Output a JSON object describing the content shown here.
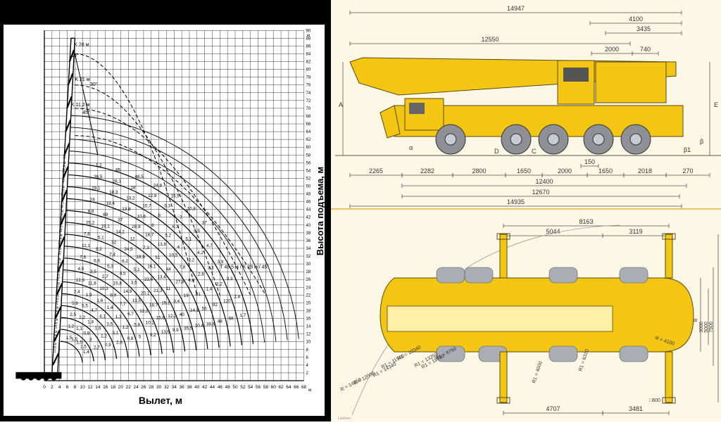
{
  "load_chart": {
    "axis_x_title": "Вылет, м",
    "axis_y_title": "Высота подъема, м",
    "x_unit": "м",
    "y_unit": "м",
    "x_ticks": [
      "0",
      "2",
      "4",
      "6",
      "8",
      "10",
      "12",
      "14",
      "16",
      "18",
      "20",
      "22",
      "24",
      "26",
      "28",
      "30",
      "32",
      "34",
      "36",
      "38",
      "40",
      "42",
      "44",
      "46",
      "48",
      "50",
      "52",
      "54",
      "56",
      "58",
      "60",
      "62",
      "64",
      "66",
      "68"
    ],
    "y_ticks": [
      "2",
      "4",
      "6",
      "8",
      "10",
      "12",
      "14",
      "16",
      "18",
      "20",
      "22",
      "24",
      "26",
      "28",
      "30",
      "32",
      "34",
      "36",
      "38",
      "40",
      "42",
      "44",
      "46",
      "48",
      "50",
      "52",
      "54",
      "56",
      "58",
      "60",
      "62",
      "64",
      "66",
      "68",
      "70",
      "72",
      "74",
      "76",
      "78",
      "80",
      "82",
      "84",
      "86",
      "88",
      "90"
    ],
    "jib_labels": [
      "K 28 м",
      "15°",
      "K 21 м",
      "30°",
      "45°",
      "K 11,2 м",
      "T 48,5 м / K 28 м / 45°"
    ],
    "boom_lengths": [
      "56 м",
      "52,5 м",
      "49 м",
      "45,5 м",
      "42,5 м",
      "40,5 м",
      "38,5 м",
      "35,5 м",
      "33 м",
      "31,5 м",
      "28,5 м",
      "26,5 м",
      "24,5 м",
      "20,6 м",
      "18,6 м",
      "16,6 м",
      "12,8 м"
    ],
    "capacities": [
      "1,5",
      "1,5",
      "1,5",
      "1,5",
      "1,4",
      "1,2",
      "1,1",
      "0,8",
      "3",
      "2,7",
      "2,5",
      "2,2",
      "1,8",
      "1,6",
      "1,2",
      "0,9",
      "5,9",
      "5,5",
      "4,7",
      "4,1",
      "3,5",
      "3,1",
      "2,8",
      "2,4",
      "1,9",
      "1,6",
      "1,4",
      "1,3",
      "1,2",
      "0,8",
      "12,6",
      "11,8",
      "10,3",
      "8,9",
      "7,7",
      "6,7",
      "5,8",
      "5",
      "4,5",
      "3,5",
      "2,7",
      "15,8",
      "14,9",
      "13,5",
      "12,2",
      "10,2",
      "9,2",
      "7,6",
      "6,6",
      "5,3",
      "4,5",
      "3,5",
      "20,1",
      "18,7",
      "15,6",
      "13,6",
      "11,1",
      "9,2",
      "7,4",
      "6,2",
      "5,1",
      "23,6",
      "21,3",
      "15,1",
      "12,2",
      "9,9",
      "7,6",
      "5,1",
      "32",
      "24,5",
      "18,9",
      "16,1",
      "13,4",
      "11",
      "8,4",
      "40",
      "35,5",
      "25,2",
      "19,1",
      "14,2",
      "12",
      "7,3",
      "51",
      "44",
      "27,8",
      "19",
      "14,1",
      "10,4",
      "6,8",
      "69",
      "37",
      "28,9",
      "18,7",
      "13,8",
      "10,5",
      "7,8",
      "4,8",
      "81",
      "56",
      "38,6",
      "24",
      "19,4",
      "13,8",
      "10,6",
      "8",
      "5,2",
      "4",
      "3,2",
      "2,8",
      "1,4",
      "92",
      "48",
      "29,1",
      "18,3",
      "13,2",
      "10,7",
      "8",
      "6,3",
      "5,1",
      "4,2",
      "3,3",
      "2,2",
      "120",
      "66",
      "36,5",
      "28,1",
      "18",
      "12,9",
      "9,3",
      "7",
      "5,5",
      "4,7",
      "3,9",
      "3,3",
      "2,8",
      "1,7",
      "1,2",
      "95",
      "48,5",
      "24,8",
      "15,9",
      "10,8",
      "37"
    ]
  },
  "dimensions_side": {
    "overall_top": "14947",
    "boom_overhang": "12550",
    "rear_4100": "4100",
    "rear_3435": "3435",
    "rear_2000": "2000",
    "rear_740": "740",
    "axles": [
      "2265",
      "2282",
      "2800",
      "1650",
      "2000",
      "1650",
      "2018",
      "270"
    ],
    "small": "150",
    "wheelbase_12400": "12400",
    "length_12670": "12670",
    "overall_bottom": "14935",
    "letters": [
      "A",
      "E",
      "D",
      "C",
      "α",
      "β",
      "β1"
    ]
  },
  "dimensions_plan": {
    "total_8163": "8163",
    "front_5044": "5044",
    "rear_3119": "3119",
    "outrigger_4707": "4707",
    "outrigger_3481": "3481",
    "pad": "□600",
    "widths": [
      "B",
      "3000",
      "5000",
      "7500"
    ],
    "radii": [
      "R = 4100",
      "R1 = 10340",
      "R1 = 8760",
      "R1 = 11700",
      "R1 = 11560",
      "R1 = 13250",
      "R1 = 14340",
      "R = 12000",
      "R = 14850",
      "R1 = 4000",
      "R1 = 6310"
    ],
    "footer": "Liebherr"
  },
  "colors": {
    "crane_yellow": "#f3c614",
    "crane_outline": "#5a4a10",
    "paper": "#fdf8e6",
    "grid": "#222222",
    "tyre": "#8e9096"
  }
}
